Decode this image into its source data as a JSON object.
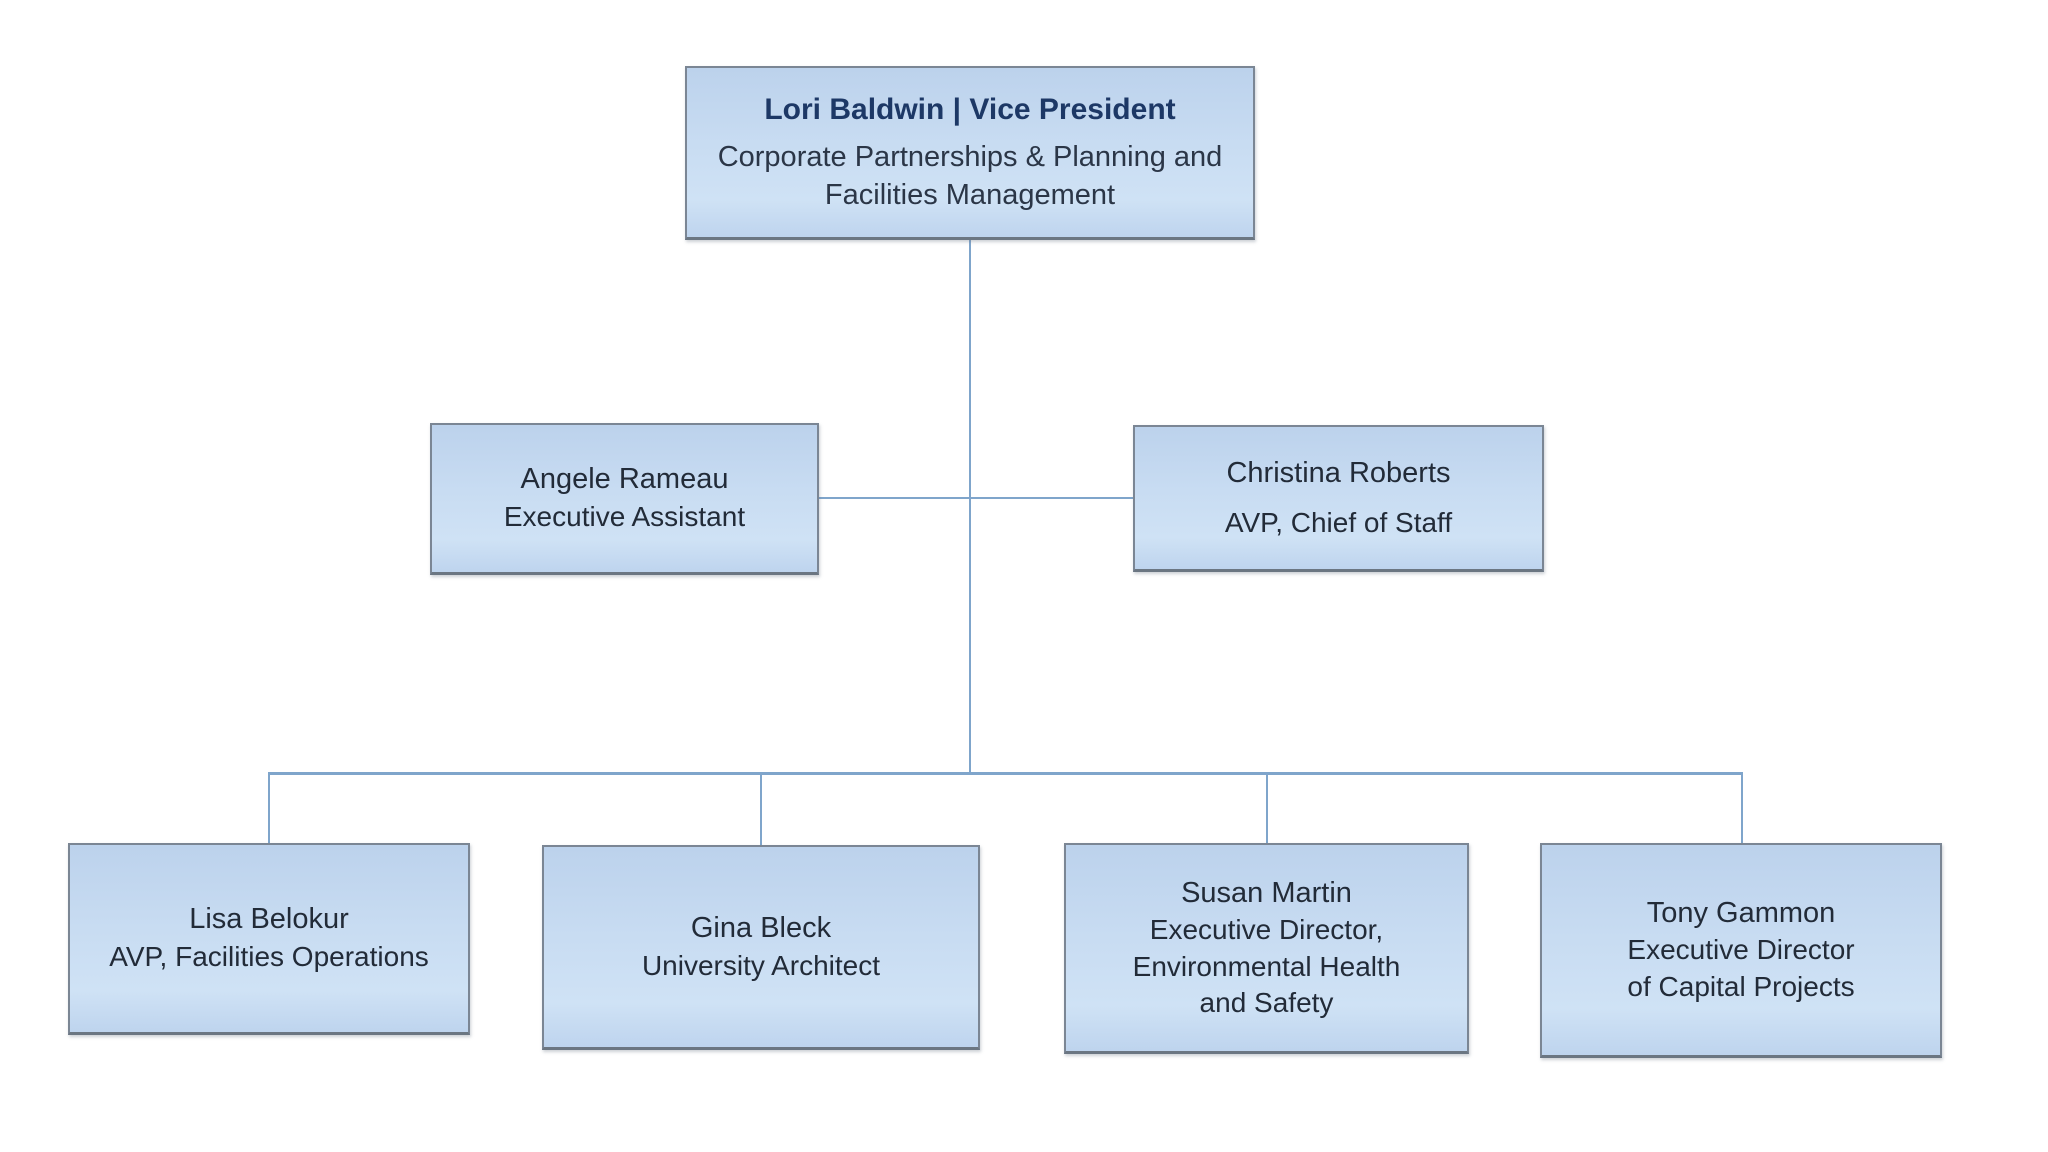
{
  "org_chart": {
    "root": {
      "name": "Lori Baldwin | Vice President",
      "title": "Corporate Partnerships & Planning and\nFacilities Management"
    },
    "assistants": [
      {
        "name": "Angele Rameau",
        "title": "Executive Assistant"
      },
      {
        "name": "Christina Roberts",
        "title": "AVP, Chief of Staff"
      }
    ],
    "reports": [
      {
        "name": "Lisa Belokur",
        "title": "AVP, Facilities Operations"
      },
      {
        "name": "Gina Bleck",
        "title": "University Architect"
      },
      {
        "name": "Susan Martin",
        "title": "Executive Director,\nEnvironmental Health\nand Safety"
      },
      {
        "name": "Tony Gammon",
        "title": "Executive Director\nof Capital Projects"
      }
    ],
    "colors": {
      "box_fill_top": "#bcd2ec",
      "box_fill_bottom": "#cfe2f5",
      "box_border": "#7b8694",
      "connector": "#7fa5cb",
      "root_name_text": "#1d3866",
      "body_text": "#222b38"
    }
  }
}
